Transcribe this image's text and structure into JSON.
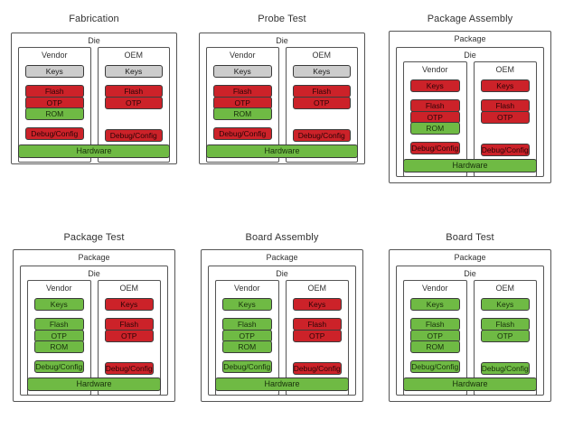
{
  "diagram": {
    "title_visible": false,
    "colors": {
      "red": "#cc2229",
      "green": "#6fba44",
      "grey": "#cccccc",
      "border": "#3b3b3b",
      "frame_border": "#555555",
      "background": "#ffffff"
    },
    "labels": {
      "package": "Package",
      "die": "Die",
      "vendor": "Vendor",
      "oem": "OEM",
      "keys": "Keys",
      "flash": "Flash",
      "otp": "OTP",
      "rom": "ROM",
      "debug": "Debug/Config",
      "hardware": "Hardware"
    }
  },
  "panels": [
    {
      "title": "Fabrication",
      "has_package": false,
      "hardware": {
        "label": "Hardware",
        "state": "green"
      },
      "vendor": {
        "label": "Vendor",
        "keys": {
          "label": "Keys",
          "state": "grey"
        },
        "flash": {
          "label": "Flash",
          "state": "red"
        },
        "otp": {
          "label": "OTP",
          "state": "red"
        },
        "rom": {
          "label": "ROM",
          "state": "green"
        },
        "debug": {
          "label": "Debug/Config",
          "state": "red"
        }
      },
      "oem": {
        "label": "OEM",
        "keys": {
          "label": "Keys",
          "state": "grey"
        },
        "flash": {
          "label": "Flash",
          "state": "red"
        },
        "otp": {
          "label": "OTP",
          "state": "red"
        },
        "rom": null,
        "debug": {
          "label": "Debug/Config",
          "state": "red"
        }
      }
    },
    {
      "title": "Probe Test",
      "has_package": false,
      "hardware": {
        "label": "Hardware",
        "state": "green"
      },
      "vendor": {
        "label": "Vendor",
        "keys": {
          "label": "Keys",
          "state": "grey"
        },
        "flash": {
          "label": "Flash",
          "state": "red"
        },
        "otp": {
          "label": "OTP",
          "state": "red"
        },
        "rom": {
          "label": "ROM",
          "state": "green"
        },
        "debug": {
          "label": "Debug/Config",
          "state": "red"
        }
      },
      "oem": {
        "label": "OEM",
        "keys": {
          "label": "Keys",
          "state": "grey"
        },
        "flash": {
          "label": "Flash",
          "state": "red"
        },
        "otp": {
          "label": "OTP",
          "state": "red"
        },
        "rom": null,
        "debug": {
          "label": "Debug/Config",
          "state": "red"
        }
      }
    },
    {
      "title": "Package Assembly",
      "has_package": true,
      "package_label": "Package",
      "hardware": {
        "label": "Hardware",
        "state": "green"
      },
      "vendor": {
        "label": "Vendor",
        "keys": {
          "label": "Keys",
          "state": "red"
        },
        "flash": {
          "label": "Flash",
          "state": "red"
        },
        "otp": {
          "label": "OTP",
          "state": "red"
        },
        "rom": {
          "label": "ROM",
          "state": "green"
        },
        "debug": {
          "label": "Debug/Config",
          "state": "red"
        }
      },
      "oem": {
        "label": "OEM",
        "keys": {
          "label": "Keys",
          "state": "red"
        },
        "flash": {
          "label": "Flash",
          "state": "red"
        },
        "otp": {
          "label": "OTP",
          "state": "red"
        },
        "rom": null,
        "debug": {
          "label": "Debug/Config",
          "state": "red"
        }
      }
    },
    {
      "title": "Package Test",
      "has_package": true,
      "package_label": "Package",
      "hardware": {
        "label": "Hardware",
        "state": "green"
      },
      "vendor": {
        "label": "Vendor",
        "keys": {
          "label": "Keys",
          "state": "green"
        },
        "flash": {
          "label": "Flash",
          "state": "green"
        },
        "otp": {
          "label": "OTP",
          "state": "green"
        },
        "rom": {
          "label": "ROM",
          "state": "green"
        },
        "debug": {
          "label": "Debug/Config",
          "state": "green"
        }
      },
      "oem": {
        "label": "OEM",
        "keys": {
          "label": "Keys",
          "state": "red"
        },
        "flash": {
          "label": "Flash",
          "state": "red"
        },
        "otp": {
          "label": "OTP",
          "state": "red"
        },
        "rom": null,
        "debug": {
          "label": "Debug/Config",
          "state": "red"
        }
      }
    },
    {
      "title": "Board Assembly",
      "has_package": true,
      "package_label": "Package",
      "hardware": {
        "label": "Hardware",
        "state": "green"
      },
      "vendor": {
        "label": "Vendor",
        "keys": {
          "label": "Keys",
          "state": "green"
        },
        "flash": {
          "label": "Flash",
          "state": "green"
        },
        "otp": {
          "label": "OTP",
          "state": "green"
        },
        "rom": {
          "label": "ROM",
          "state": "green"
        },
        "debug": {
          "label": "Debug/Config",
          "state": "green"
        }
      },
      "oem": {
        "label": "OEM",
        "keys": {
          "label": "Keys",
          "state": "red"
        },
        "flash": {
          "label": "Flash",
          "state": "red"
        },
        "otp": {
          "label": "OTP",
          "state": "red"
        },
        "rom": null,
        "debug": {
          "label": "Debug/Config",
          "state": "red"
        }
      }
    },
    {
      "title": "Board Test",
      "has_package": true,
      "package_label": "Package",
      "hardware": {
        "label": "Hardware",
        "state": "green"
      },
      "vendor": {
        "label": "Vendor",
        "keys": {
          "label": "Keys",
          "state": "green"
        },
        "flash": {
          "label": "Flash",
          "state": "green"
        },
        "otp": {
          "label": "OTP",
          "state": "green"
        },
        "rom": {
          "label": "ROM",
          "state": "green"
        },
        "debug": {
          "label": "Debug/Config",
          "state": "green"
        }
      },
      "oem": {
        "label": "OEM",
        "keys": {
          "label": "Keys",
          "state": "green"
        },
        "flash": {
          "label": "Flash",
          "state": "green"
        },
        "otp": {
          "label": "OTP",
          "state": "green"
        },
        "rom": null,
        "debug": {
          "label": "Debug/Config",
          "state": "green"
        }
      }
    }
  ]
}
